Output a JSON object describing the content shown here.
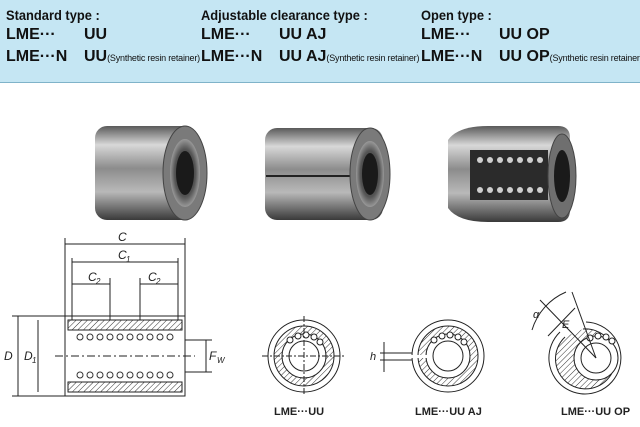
{
  "header": {
    "standard": {
      "title": "Standard type :",
      "lme": "LME···",
      "lme_n": "LME···N",
      "suffix": "UU",
      "suffix_n": "UU",
      "note": "(Synthetic resin retainer)"
    },
    "adjustable": {
      "title": "Adjustable clearance type :",
      "lme": "LME···",
      "lme_n": "LME···N",
      "suffix": "UU AJ",
      "suffix_n": "UU AJ",
      "note": "(Synthetic resin retainer)"
    },
    "open": {
      "title": "Open type :",
      "lme": "LME···",
      "lme_n": "LME···N",
      "suffix": "UU OP",
      "suffix_n": "UU OP",
      "note": "(Synthetic resin retainer)"
    }
  },
  "dimensions": {
    "C": "C",
    "C1": "C",
    "C1_sub": "1",
    "C2_left": "C",
    "C2_right": "C",
    "C2_sub": "2",
    "D": "D",
    "D1": "D",
    "D1_sub": "1",
    "Fw": "F",
    "Fw_sub": "W",
    "h": "h",
    "E": "E",
    "alpha": "α"
  },
  "captions": {
    "uu": "LME···UU",
    "uu_aj": "LME···UU AJ",
    "uu_op": "LME···UU OP"
  },
  "colors": {
    "banner": "#c5e6f3",
    "steel": "#9a9a9a"
  }
}
